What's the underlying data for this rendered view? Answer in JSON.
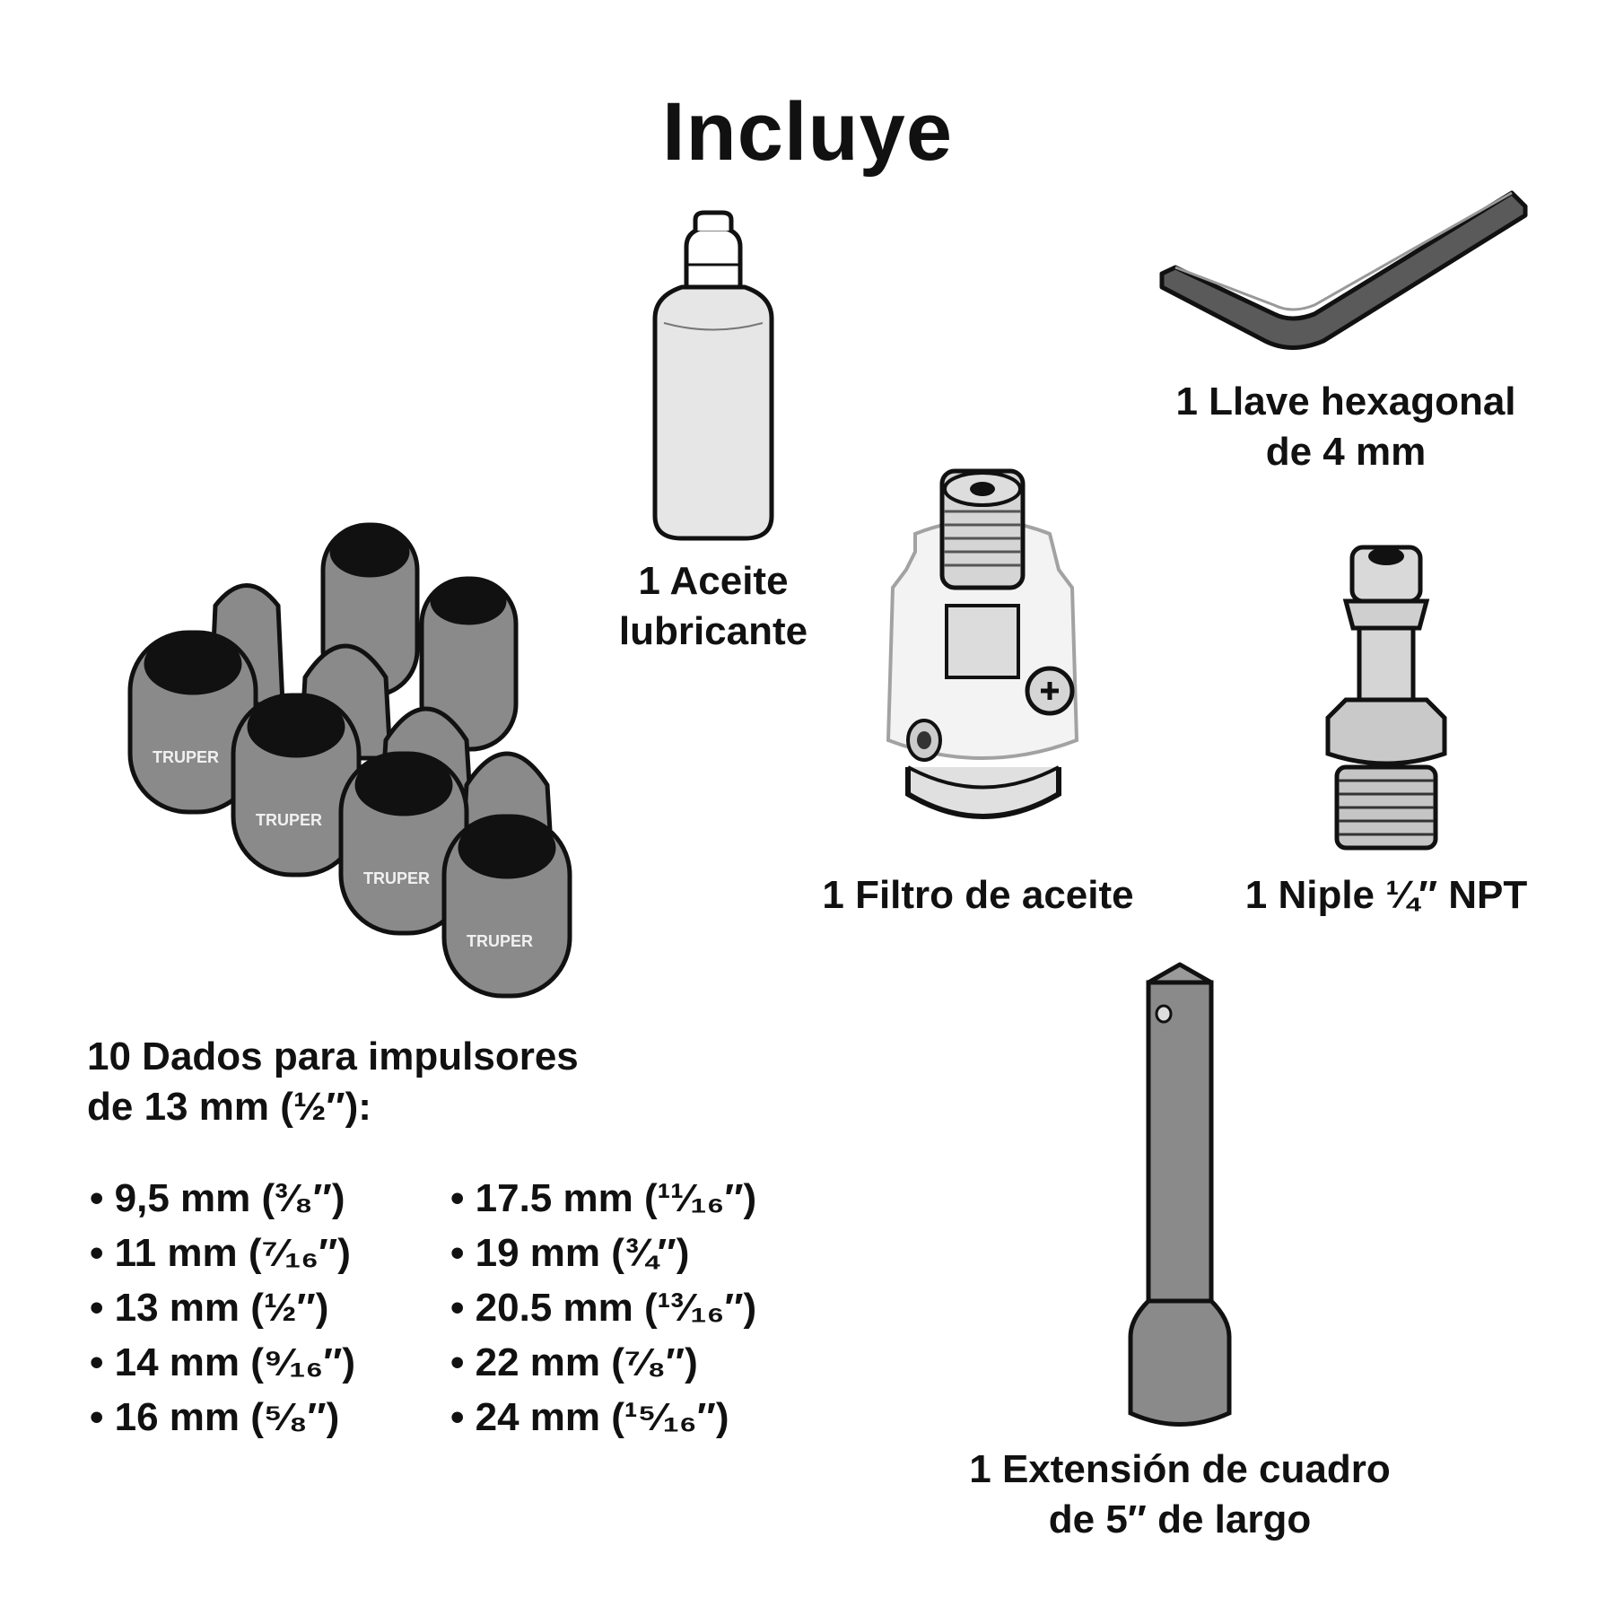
{
  "page": {
    "title": "Incluye"
  },
  "items": {
    "oil": {
      "label_line1": "1 Aceite",
      "label_line2": "lubricante"
    },
    "hex_key": {
      "label_line1": "1 Llave hexagonal",
      "label_line2": "de 4 mm"
    },
    "oil_filter": {
      "label": "1 Filtro de aceite"
    },
    "nipple": {
      "label": "1 Niple ¼″ NPT"
    },
    "extension": {
      "label_line1": "1 Extensión de cuadro",
      "label_line2": "de 5″ de largo"
    },
    "sockets": {
      "label_line1": "10 Dados para impulsores",
      "label_line2": "de 13 mm (½″):",
      "brand": "TRUPER",
      "sizes_col1": [
        "9,5 mm (³⁄₈″)",
        "11 mm (⁷⁄₁₆″)",
        "13 mm (½″)",
        "14 mm (⁹⁄₁₆″)",
        "16 mm (⁵⁄₈″)"
      ],
      "sizes_col2": [
        "17.5 mm (¹¹⁄₁₆″)",
        "19 mm (¾″)",
        "20.5 mm (¹³⁄₁₆″)",
        "22 mm (⁷⁄₈″)",
        "24 mm (¹⁵⁄₁₆″)"
      ]
    }
  },
  "colors": {
    "ink": "#111111",
    "socket_gray": "#8a8a8a",
    "light_gray": "#e3e3e3",
    "mid_gray": "#bdbdbd"
  }
}
